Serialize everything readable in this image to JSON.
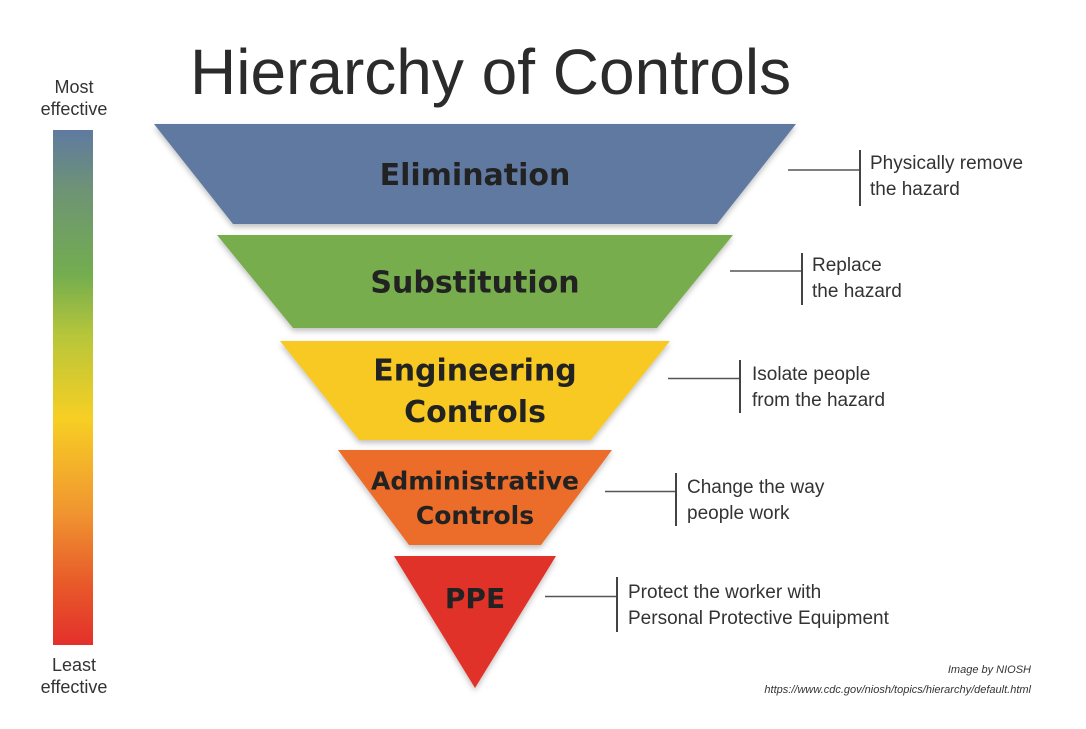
{
  "title": "Hierarchy of Controls",
  "scale": {
    "top_line1": "Most",
    "top_line2": "effective",
    "bottom_line1": "Least",
    "bottom_line2": "effective"
  },
  "tiers": [
    {
      "label_line1": "Elimination",
      "label_line2": "",
      "color": "#5e79a1",
      "desc_line1": "Physically remove",
      "desc_line2": "the hazard"
    },
    {
      "label_line1": "Substitution",
      "label_line2": "",
      "color": "#77ad4e",
      "desc_line1": "Replace",
      "desc_line2": "the hazard"
    },
    {
      "label_line1": "Engineering",
      "label_line2": "Controls",
      "color": "#f7c922",
      "desc_line1": "Isolate people",
      "desc_line2": "from the hazard"
    },
    {
      "label_line1": "Administrative",
      "label_line2": "Controls",
      "color": "#ec6c2c",
      "desc_line1": "Change the way",
      "desc_line2": "people work"
    },
    {
      "label_line1": "PPE",
      "label_line2": "",
      "color": "#e1312a",
      "desc_line1": "Protect the worker with",
      "desc_line2": "Personal Protective Equipment"
    }
  ],
  "credit": {
    "line1": "Image by NIOSH",
    "line2": "https://www.cdc.gov/niosh/topics/hierarchy/default.html"
  }
}
